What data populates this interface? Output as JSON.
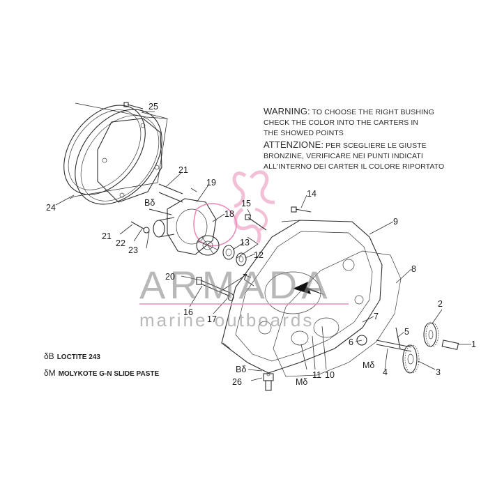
{
  "warning": {
    "head_en": "WARNING:",
    "line1_en": " TO CHOOSE THE RIGHT BUSHING",
    "line2_en": "CHECK THE COLOR INTO THE CARTERS IN",
    "line3_en": "THE SHOWED POINTS",
    "head_it": "ATTENZIONE:",
    "line1_it": " PER SCEGLIERE LE GIUSTE",
    "line2_it": "BRONZINE, VERIFICARE NEI PUNTI INDICATI",
    "line3_it": "ALL'INTERNO DEI CARTER IL COLORE RIPORTATO"
  },
  "legend": [
    {
      "symbol": "δB",
      "text": "LOCTITE 243"
    },
    {
      "symbol": "δM",
      "text": "MOLYKOTE G-N SLIDE PASTE"
    }
  ],
  "watermark": {
    "brand": "ARMADA",
    "subtitle": "marine outboards",
    "accent_color": "#e98bb8"
  },
  "callouts": {
    "p1": "1",
    "p2": "2",
    "p3": "3",
    "p4": "4",
    "p5": "5",
    "p6": "6",
    "p7a": "7",
    "p7b": "7",
    "p8": "8",
    "p9": "9",
    "p10": "10",
    "p11": "11",
    "p12": "12",
    "p13": "13",
    "p14": "14",
    "p15": "15",
    "p16": "16",
    "p17": "17",
    "p18": "18",
    "p19": "19",
    "p20": "20",
    "p21a": "21",
    "p21b": "21",
    "p22": "22",
    "p23": "23",
    "p24": "24",
    "p25": "25",
    "p26": "26",
    "mark_b1": "Bδ",
    "mark_b2": "Bδ",
    "mark_m1": "Mδ",
    "mark_m2": "Mδ"
  }
}
